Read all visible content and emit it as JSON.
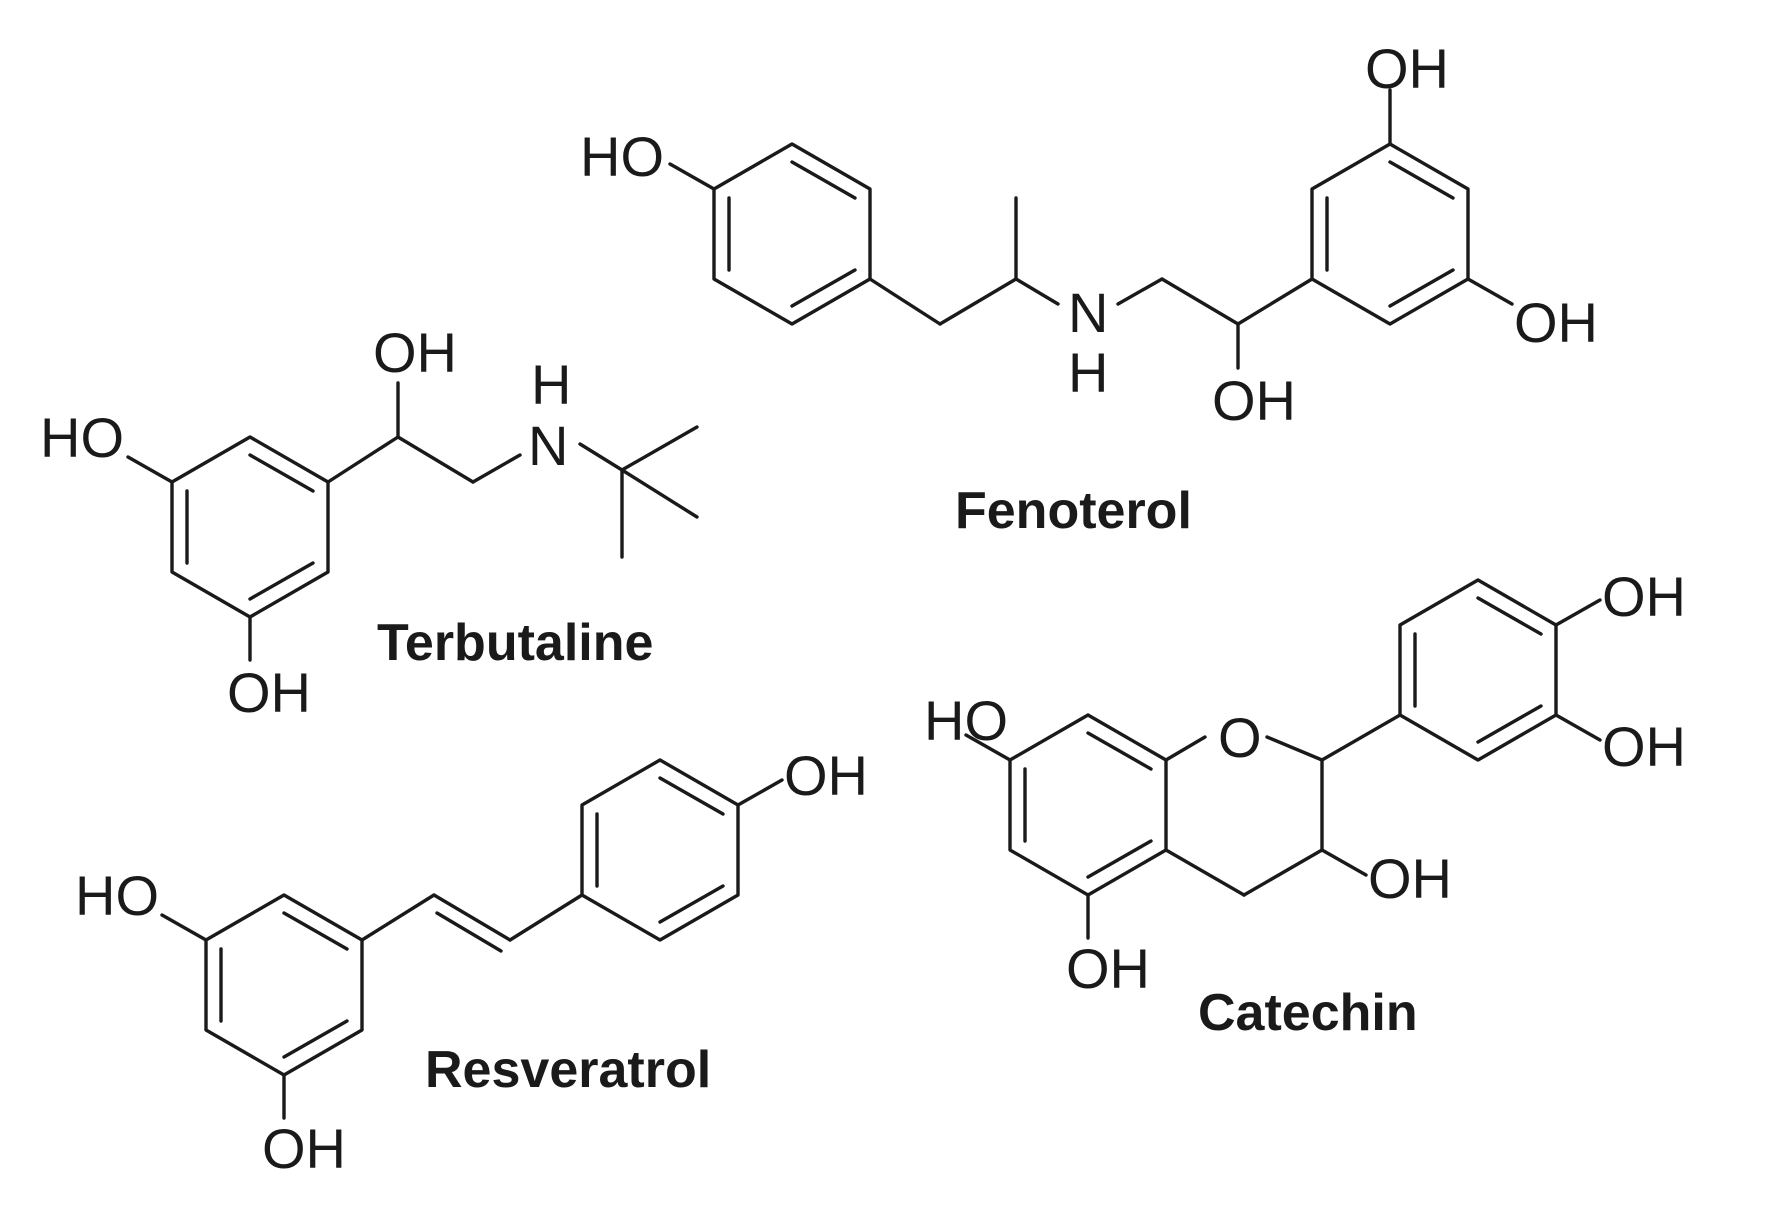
{
  "atom_labels": {
    "hydroxyl": "OH",
    "hydroxyl_left": "HO",
    "amine_n": "N",
    "amine_h": "H",
    "ring_oxygen": "O"
  },
  "molecules": {
    "terbutaline": {
      "name": "Terbutaline"
    },
    "fenoterol": {
      "name": "Fenoterol"
    },
    "resveratrol": {
      "name": "Resveratrol"
    },
    "catechin": {
      "name": "Catechin"
    }
  }
}
